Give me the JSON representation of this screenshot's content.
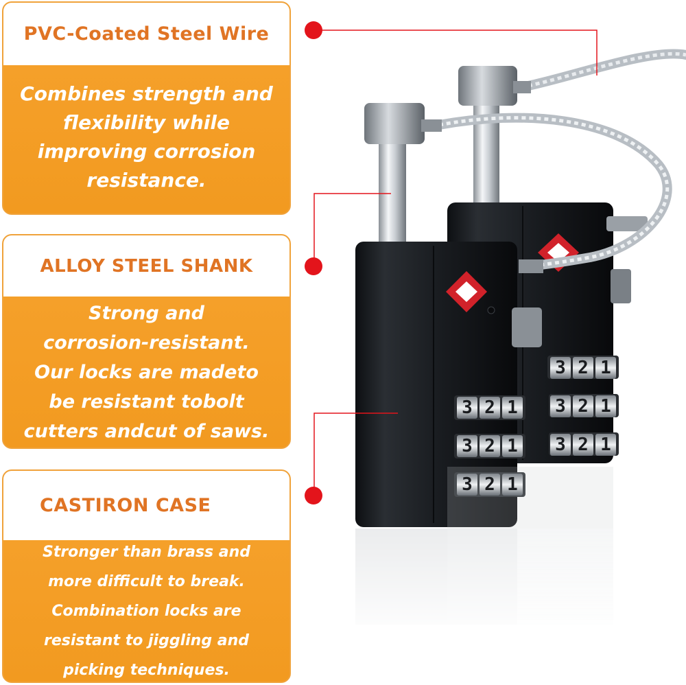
{
  "features": [
    {
      "title": "PVC-Coated Steel Wire",
      "lines": [
        "Combines strength and",
        "flexibility while",
        "improving corrosion",
        "resistance."
      ]
    },
    {
      "title": "ALLOY STEEL SHANK",
      "lines": [
        "Strong and",
        "corrosion-resistant.",
        "Our locks are madeto",
        "be resistant tobolt",
        "cutters andcut of saws."
      ]
    },
    {
      "title": "CASTIRON CASE",
      "lines": [
        "Stronger than brass and",
        "more difficult to break.",
        "Combination locks are",
        "resistant to jiggling and",
        "picking techniques."
      ]
    }
  ],
  "dials": {
    "front": [
      "3",
      "2",
      "1"
    ],
    "back": [
      "3",
      "2",
      "1"
    ]
  },
  "colors": {
    "accent": "#f39c23",
    "title": "#e07424",
    "marker": "#e3141b",
    "lock_body": "#1d2024"
  }
}
